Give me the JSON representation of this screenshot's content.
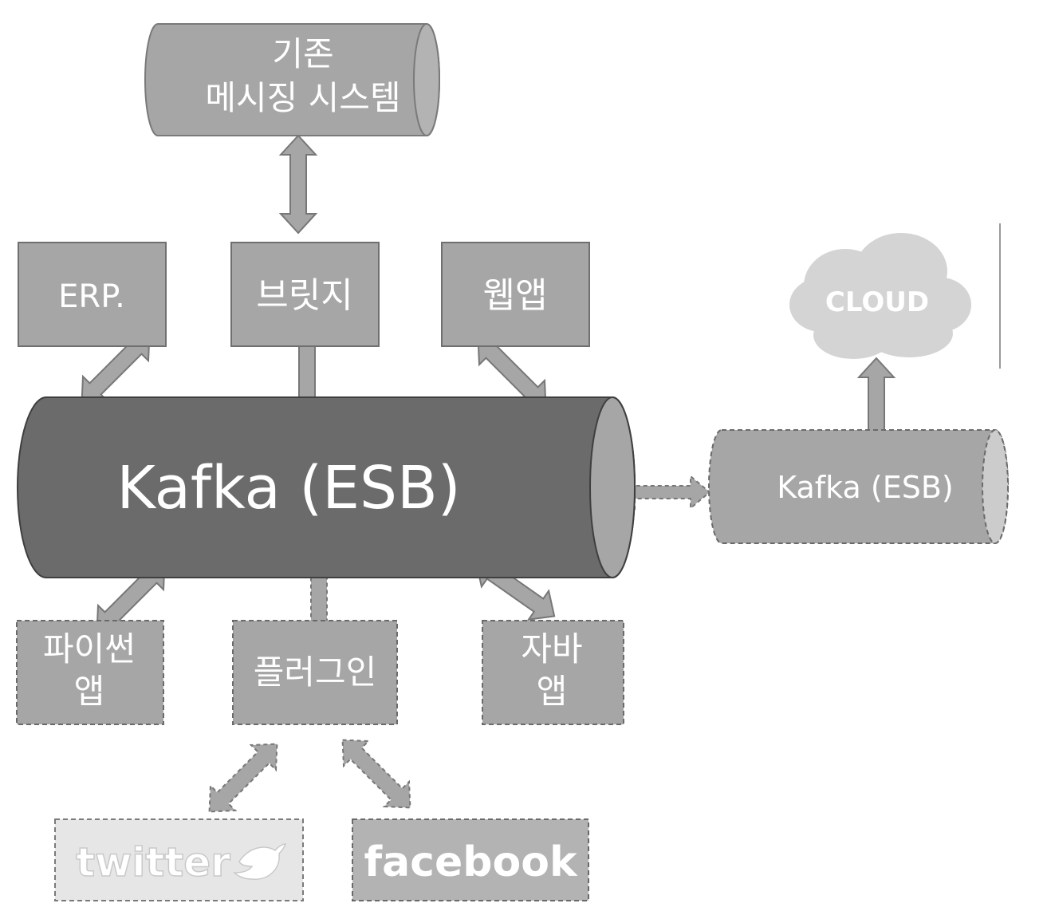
{
  "legacy": {
    "line1": "기존",
    "line2": "메시징 시스템"
  },
  "top_boxes": {
    "erp": "ERP.",
    "bridge": "브릿지",
    "webapp": "웹앱"
  },
  "bus_main": "Kafka (ESB)",
  "bus_remote": "Kafka (ESB)",
  "cloud": "CLOUD",
  "bottom_boxes": {
    "python_line1": "파이썬",
    "python_line2": "앱",
    "plugin": "플러그인",
    "java_line1": "자바",
    "java_line2": "앱"
  },
  "social": {
    "twitter": "twitter",
    "facebook": "facebook"
  },
  "colors": {
    "main_cylinder": "#6b6b6b",
    "node_fill": "#a6a6a6",
    "cloud_fill": "#d4d4d4",
    "twitter_bg": "#e6e6e6",
    "facebook_bg": "#b3b3b3"
  }
}
